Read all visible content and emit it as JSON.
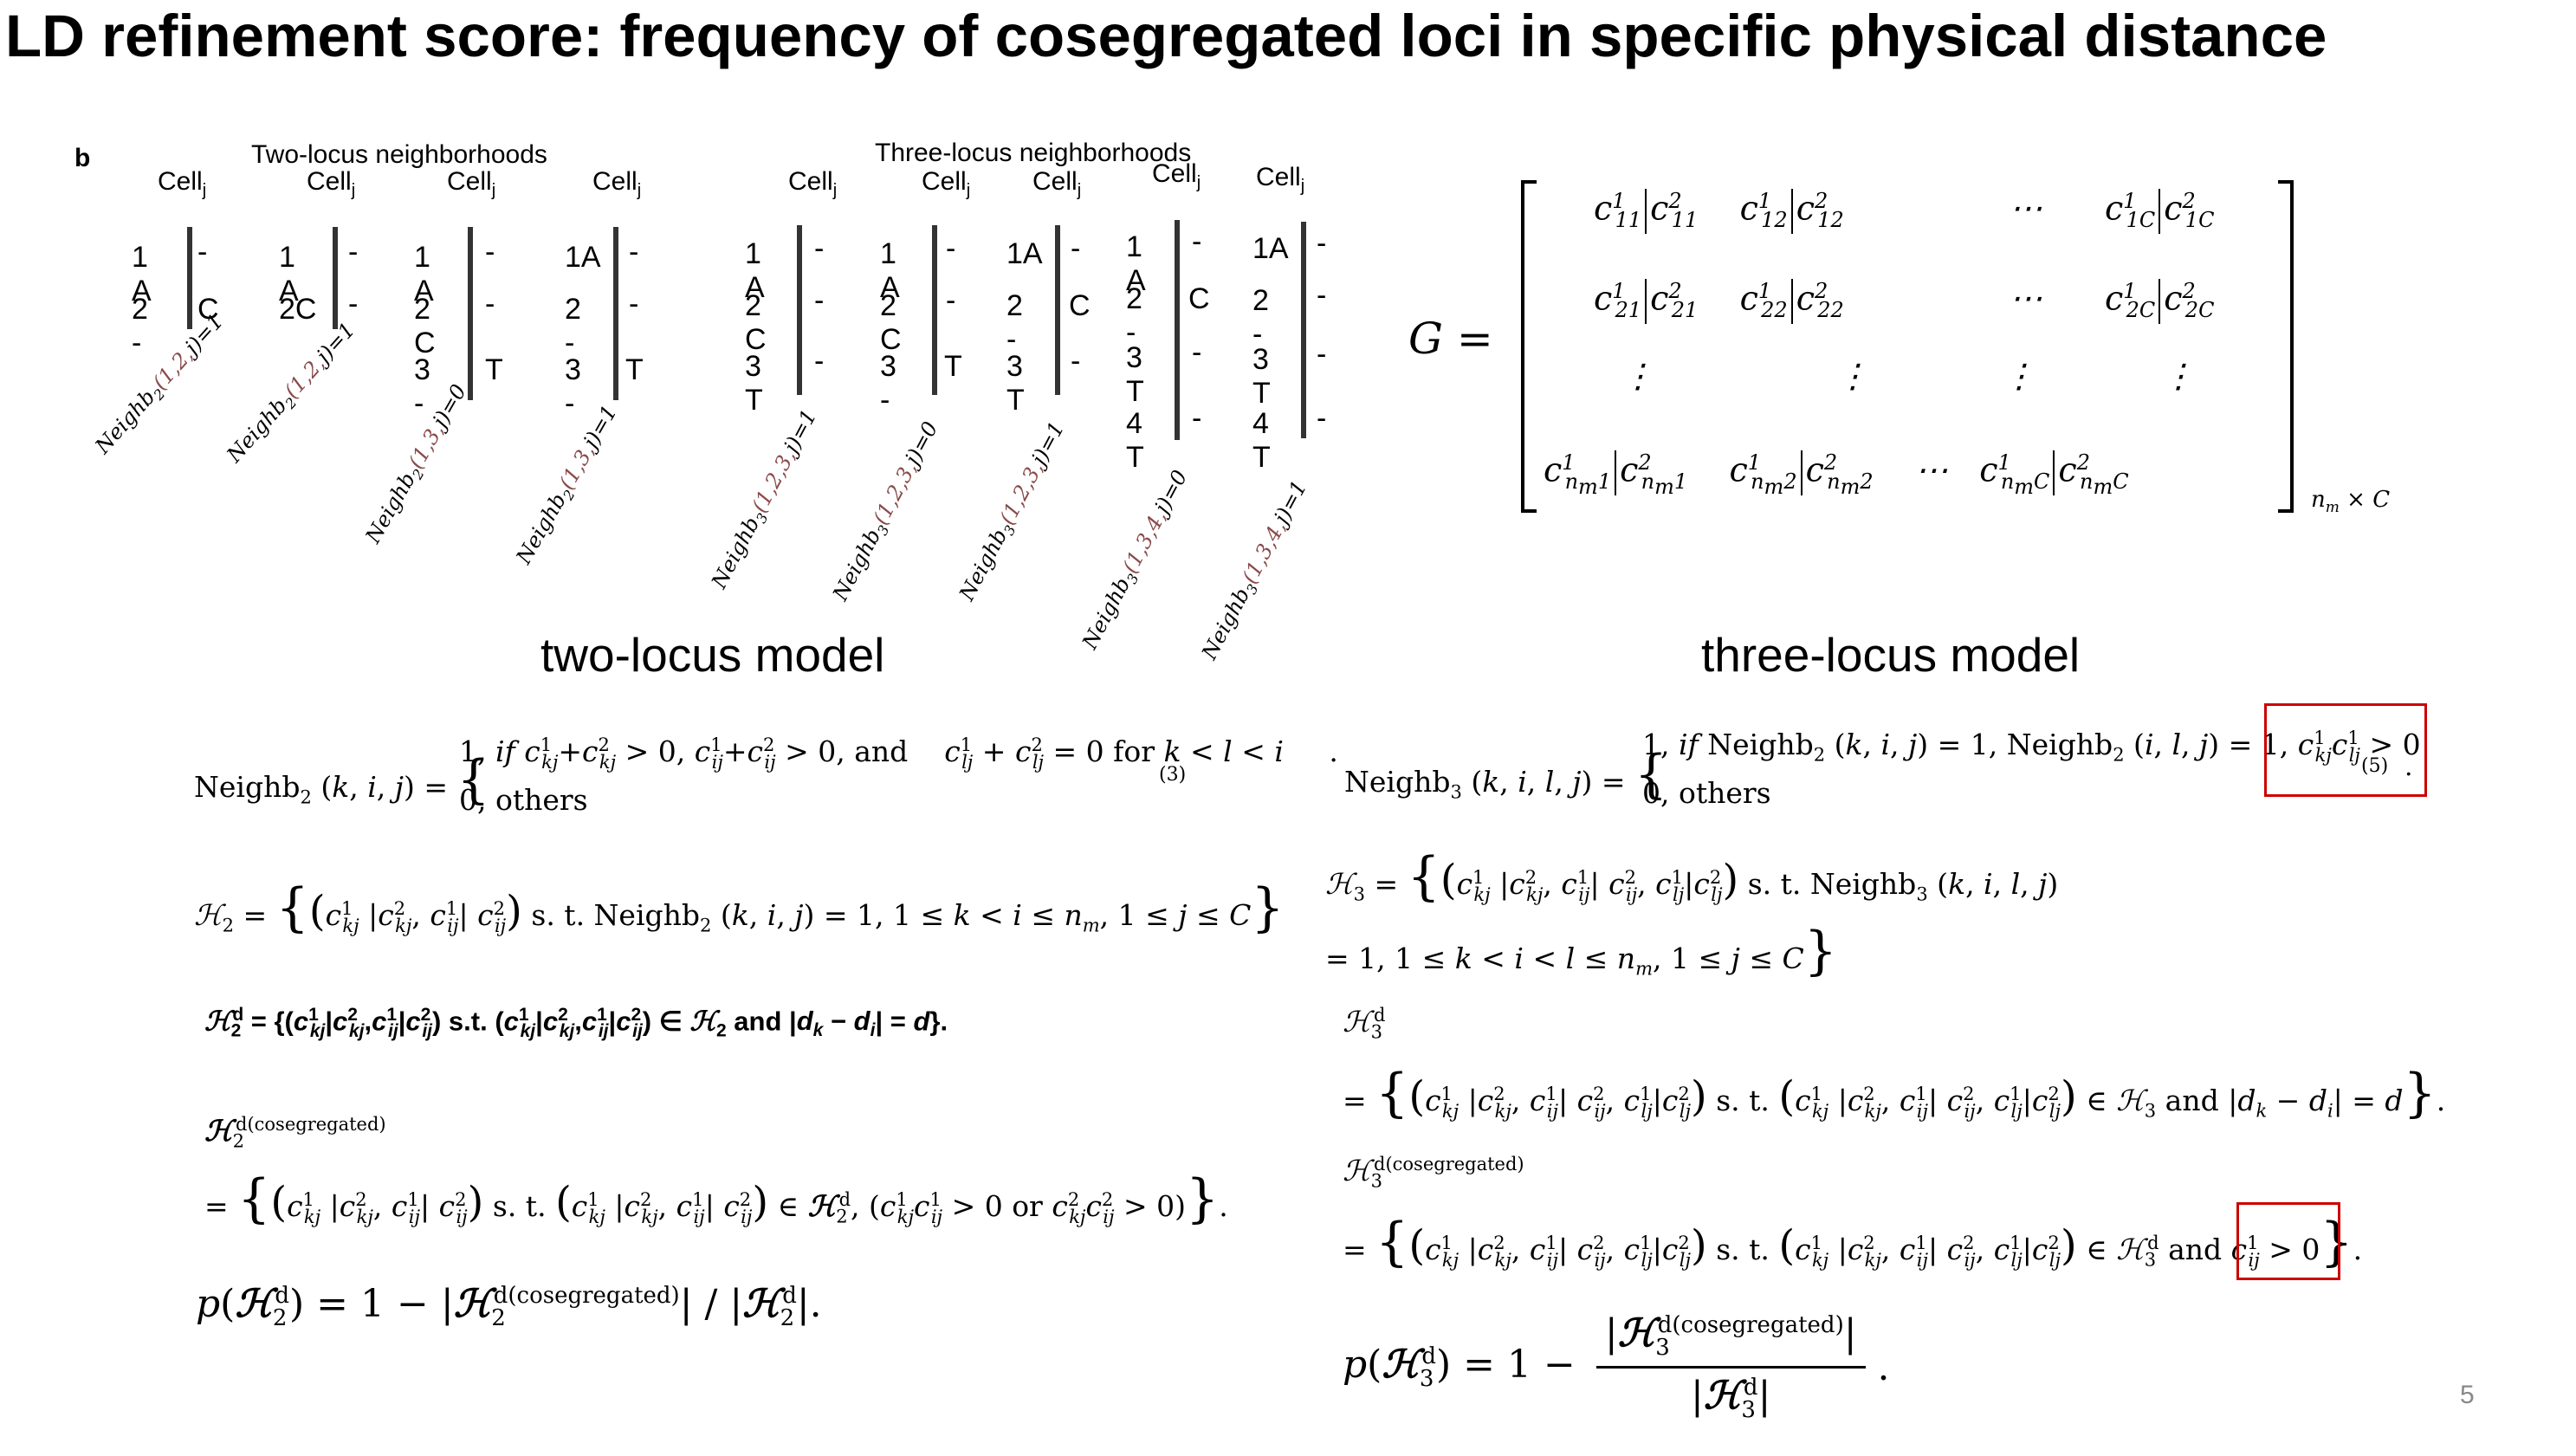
{
  "title": "LD refinement score: frequency of cosegregated loci in specific physical distance",
  "panel_label": "b",
  "two_locus_header": "Two-locus neighborhoods",
  "three_locus_header": "Three-locus neighborhoods",
  "cell_label": "Cell",
  "cell_sub": "j",
  "two_locus_examples": [
    {
      "rows": [
        [
          "1",
          "A",
          "-"
        ],
        [
          "2",
          "-",
          "C"
        ]
      ],
      "label": "Neighb2(1,2,j)=1"
    },
    {
      "rows": [
        [
          "1",
          "A",
          "-"
        ],
        [
          "2",
          "C",
          "-"
        ]
      ],
      "label": "Neighb2(1,2,j)=1"
    },
    {
      "rows": [
        [
          "1",
          "A",
          "-"
        ],
        [
          "2",
          "C",
          "-"
        ],
        [
          "3",
          "-",
          "T"
        ]
      ],
      "label": "Neighb2(1,3,j)=0"
    },
    {
      "rows": [
        [
          "1",
          "A",
          "-"
        ],
        [
          "2",
          "-",
          "-"
        ],
        [
          "3",
          "-",
          "T"
        ]
      ],
      "label": "Neighb2(1,3,j)=1"
    }
  ],
  "three_locus_examples": [
    {
      "rows": [
        [
          "1",
          "A",
          "-"
        ],
        [
          "2",
          "C",
          "-"
        ],
        [
          "3",
          "T",
          "-"
        ]
      ],
      "label": "Neighb3(1,2,3,j)=1"
    },
    {
      "rows": [
        [
          "1",
          "A",
          "-"
        ],
        [
          "2",
          "C",
          "-"
        ],
        [
          "3",
          "-",
          "T"
        ]
      ],
      "label": "Neighb3(1,2,3,j)=0"
    },
    {
      "rows": [
        [
          "1",
          "A",
          "-"
        ],
        [
          "2",
          "-",
          "C"
        ],
        [
          "3",
          "T",
          "-"
        ]
      ],
      "label": "Neighb3(1,2,3,j)=1"
    },
    {
      "rows": [
        [
          "1",
          "A",
          "-"
        ],
        [
          "2",
          "-",
          "C"
        ],
        [
          "3",
          "T",
          "-"
        ],
        [
          "4",
          "T",
          "-"
        ]
      ],
      "label": "Neighb3(1,3,4,j)=0"
    },
    {
      "rows": [
        [
          "1",
          "A",
          "-"
        ],
        [
          "2",
          "-",
          "-"
        ],
        [
          "3",
          "T",
          "-"
        ],
        [
          "4",
          "T",
          "-"
        ]
      ],
      "label": "Neighb3(1,3,4,j)=1"
    }
  ],
  "matrix": {
    "lhs": "G =",
    "dim": "n_m × C",
    "dots_h": "⋯",
    "dots_v": "⋮"
  },
  "two_locus_model": "two-locus model",
  "three_locus_model": "three-locus model",
  "eq_tags": {
    "eq3": "(3)",
    "eq5": "(5)"
  },
  "text_bits": {
    "others": "0, others",
    "st": "s. t.",
    "and": "and",
    "or": "or",
    "cosegregated": "d(cosegregated)"
  },
  "page_number": "5"
}
